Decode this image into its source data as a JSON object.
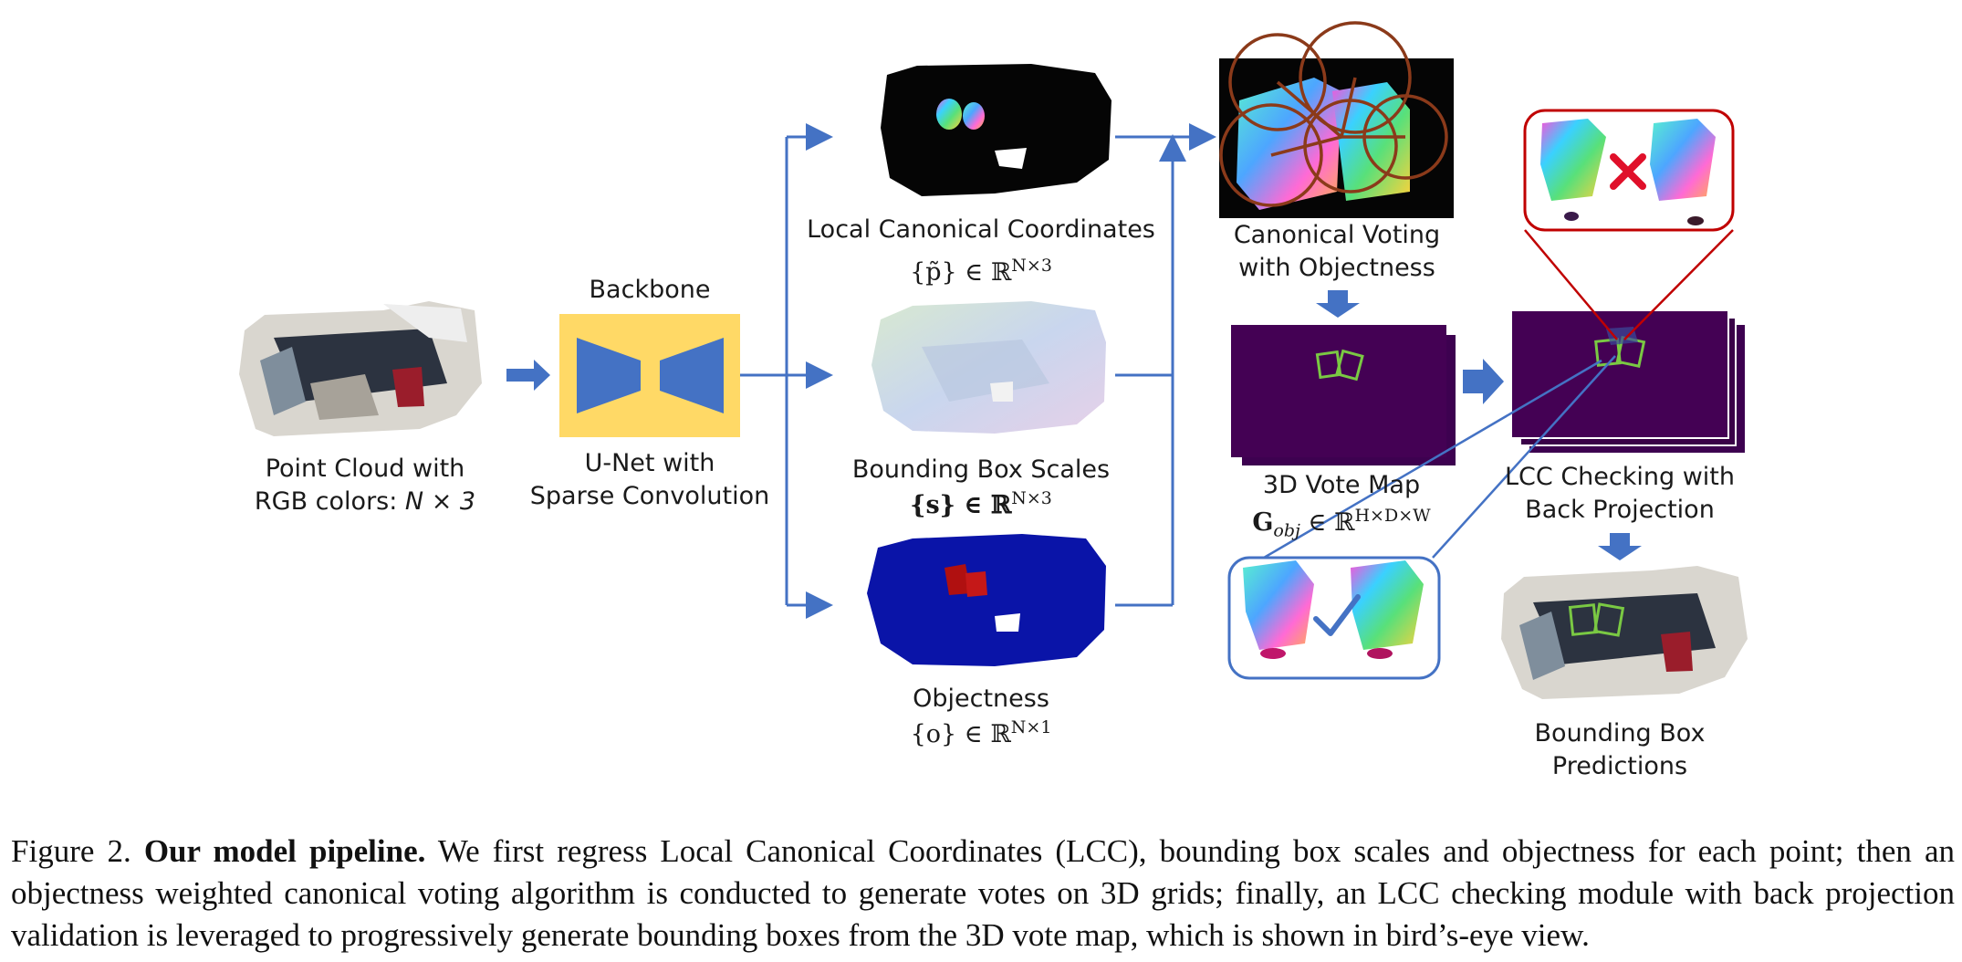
{
  "figure": {
    "input": {
      "label_line1": "Point Cloud with",
      "label_line2": "RGB colors: ",
      "label_math": "N × 3"
    },
    "backbone": {
      "title": "Backbone",
      "label_line1": "U-Net with",
      "label_line2": "Sparse Convolution"
    },
    "lcc": {
      "label": "Local Canonical Coordinates",
      "math": "{p̃} ∈ ℝ",
      "math_sup": "N×3"
    },
    "scales": {
      "label": "Bounding Box Scales",
      "math": "{s} ∈ ℝ",
      "math_sup": "N×3"
    },
    "objectness": {
      "label": "Objectness",
      "math": "{o} ∈ ℝ",
      "math_sup": "N×1"
    },
    "voting": {
      "label_line1": "Canonical Voting",
      "label_line2": "with Objectness"
    },
    "vote_map": {
      "label": "3D Vote Map",
      "math_base": "G",
      "math_sub": "obj",
      "math_rest": " ∈ ℝ",
      "math_sup": "H×D×W"
    },
    "lcc_check": {
      "label_line1": "LCC Checking with",
      "label_line2": "Back Projection"
    },
    "predictions": {
      "label_line1": "Bounding Box",
      "label_line2": "Predictions"
    },
    "colors": {
      "arrow": "#4472c4",
      "backbone_bg": "#ffd966",
      "backbone_shape": "#4472c4",
      "vote_map_bg": "#440154",
      "vote_box": "#7ac943",
      "check_border": "#4472c4",
      "reject_border": "#c00000",
      "reject_cross": "#e0102a",
      "circle": "#8b3a1a"
    }
  },
  "caption": {
    "prefix": "Figure 2. ",
    "bold": "Our model pipeline.",
    "text": " We first regress Local Canonical Coordinates (LCC), bounding box scales and objectness for each point; then an objectness weighted canonical voting algorithm is conducted to generate votes on 3D grids; finally, an LCC checking module with back projection validation is leveraged to progressively generate bounding boxes from the 3D vote map, which is shown in bird’s-eye view."
  }
}
